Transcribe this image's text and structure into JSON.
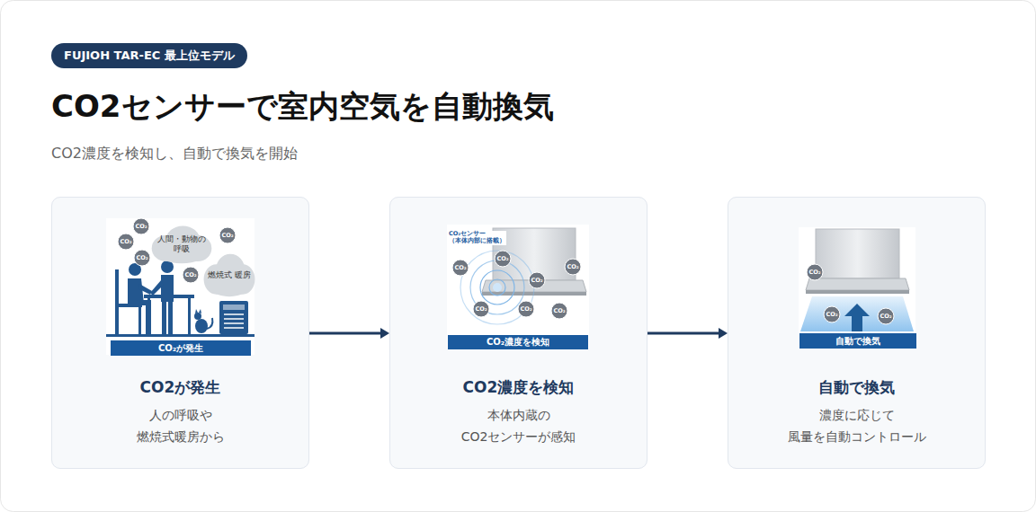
{
  "diagram": {
    "title": "CO2センサーで室内空気を自動換気",
    "caption": "CO2濃度を検知し、自動で換気を開始",
    "nodes": [
      {
        "text": [
          "FUJIOH TAR-EC 最上位モデル"
        ]
      },
      {
        "text": [
          "CO2が発生",
          "人の呼吸や 燃焼式暖房から"
        ]
      },
      {
        "text": [
          "人間・動物の 呼吸"
        ],
        "in": 1
      },
      {
        "text": [
          "燃焼式 暖房"
        ],
        "in": 1
      },
      {
        "text": [
          "CO₂が発生"
        ],
        "in": 1
      },
      {
        "text": [
          "CO2濃度を検知",
          "本体内蔵の CO2センサーが感知"
        ]
      },
      {
        "text": [
          "CO₂濃度を検知"
        ],
        "in": 5
      },
      {
        "text": [
          "自動で換気",
          "濃度に応じて 風量を自動コントロール"
        ]
      },
      {
        "text": [
          "自動で換気"
        ],
        "in": 7
      }
    ],
    "edges": [
      {
        "from": 1,
        "to": 5,
        "arrow": "to"
      },
      {
        "from": 5,
        "to": 7,
        "arrow": "to"
      }
    ],
    "labels": [
      "CO₂センサー （本体内部に搭載）",
      "CO₂",
      "CO₂",
      "CO₂",
      "CO₂",
      "CO₂",
      "CO₂",
      "CO₂",
      "CO₂",
      "CO₂",
      "CO₂",
      "CO₂",
      "CO₂",
      "CO₂",
      "CO₂",
      "CO₂"
    ]
  }
}
